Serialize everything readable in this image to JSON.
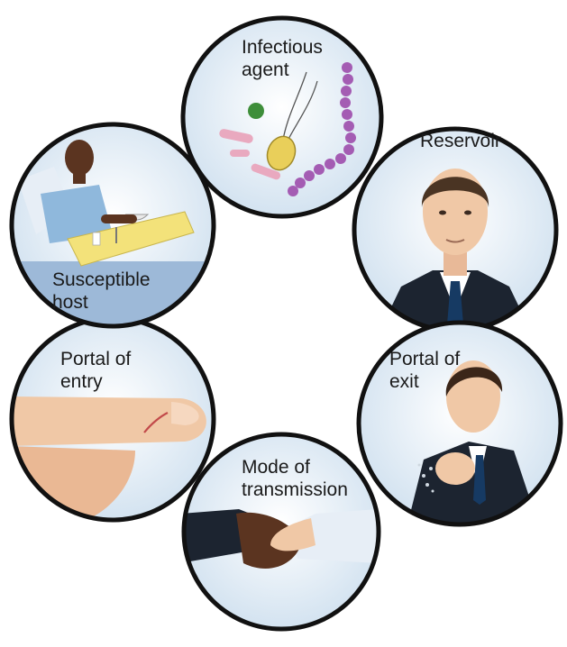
{
  "diagram": {
    "stages": [
      {
        "id": "infectious-agent",
        "label": "Infectious\nagent"
      },
      {
        "id": "reservoir",
        "label": "Reservoir"
      },
      {
        "id": "portal-of-exit",
        "label": "Portal of\nexit"
      },
      {
        "id": "mode-of-transmission",
        "label": "Mode of\ntransmission"
      },
      {
        "id": "portal-of-entry",
        "label": "Portal of\nentry"
      },
      {
        "id": "susceptible-host",
        "label": "Susceptible\nhost"
      }
    ]
  },
  "colors": {
    "ring": "#111111",
    "circle_fill": "#e4eef7",
    "bacteria_purple": "#a45cb3",
    "rod_pink": "#e9a9bf",
    "cocci_green": "#3e8e3a",
    "cell_yellow": "#e9cf5a",
    "skin_light": "#f0c8a6",
    "skin_dark": "#5b3420",
    "suit": "#1c2430",
    "tie": "#163a63",
    "gown": "#8fb8dc",
    "tray": "#f3e27a"
  }
}
